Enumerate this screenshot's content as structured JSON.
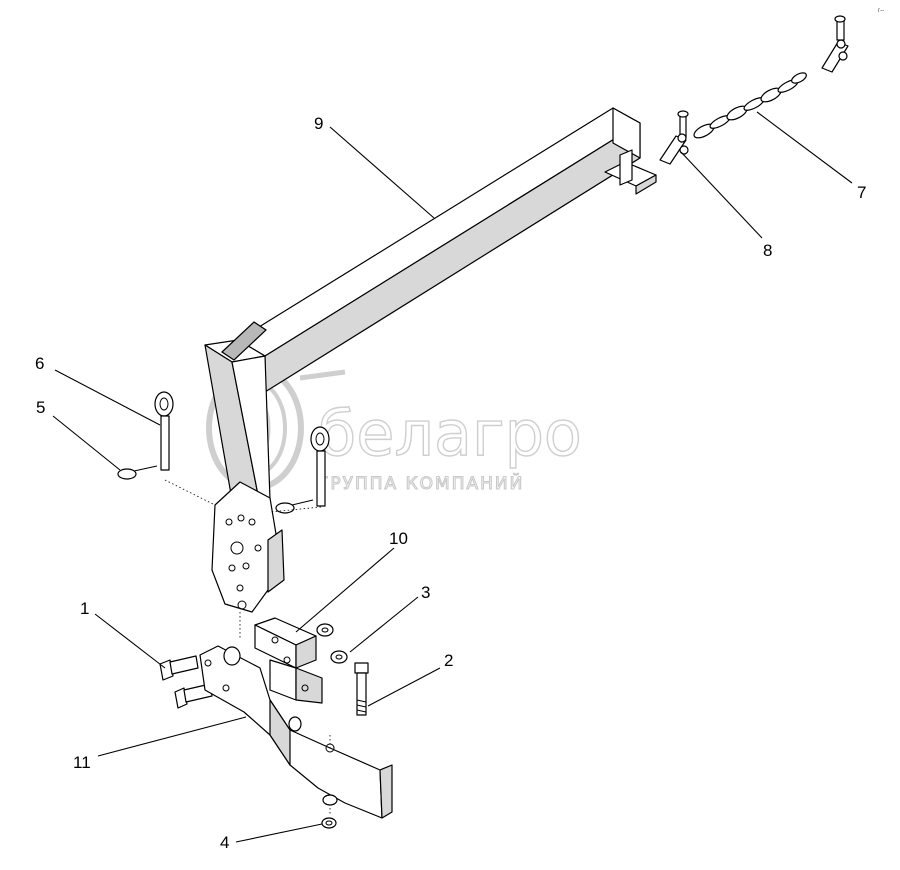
{
  "callouts": [
    "1",
    "2",
    "3",
    "4",
    "5",
    "6",
    "7",
    "8",
    "9",
    "10",
    "11"
  ],
  "watermark": {
    "brand": "белагро",
    "subtitle": "ГРУППА КОМПАНИЙ"
  },
  "corner_mark": "г--"
}
